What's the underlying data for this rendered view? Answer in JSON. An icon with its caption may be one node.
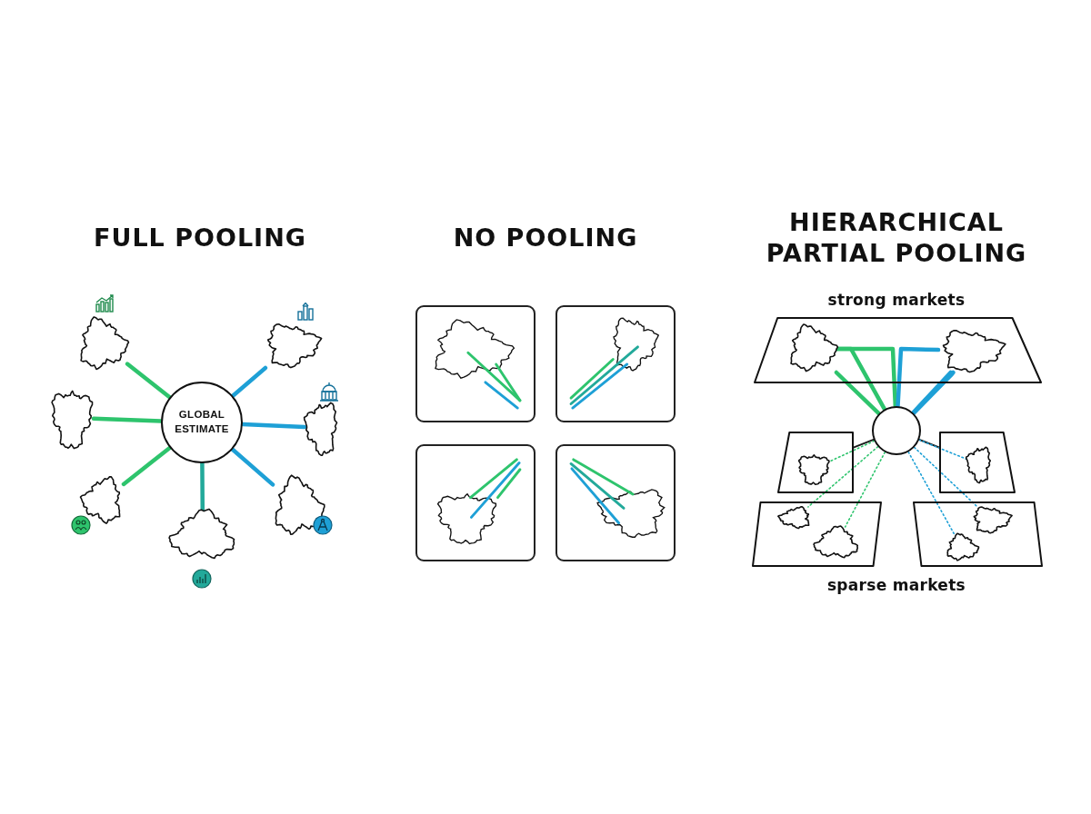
{
  "diagram": {
    "nodes": [
      {
        "text": [
          "GLOBAL ESTIMATE"
        ]
      },
      {
        "text": [],
        "shape": "picture"
      },
      {
        "text": [],
        "shape": "picture"
      },
      {
        "text": [],
        "shape": "picture"
      },
      {
        "text": [],
        "shape": "picture"
      },
      {
        "text": [],
        "shape": "picture"
      },
      {
        "text": [],
        "shape": "picture"
      },
      {
        "text": [],
        "shape": "picture"
      },
      {
        "text": [],
        "shape": "box"
      },
      {
        "text": [],
        "shape": "box"
      },
      {
        "text": [],
        "shape": "box"
      },
      {
        "text": [],
        "shape": "box"
      },
      {
        "text": [],
        "shape": "box"
      },
      {
        "text": [],
        "shape": "picture",
        "in": 12
      },
      {
        "text": [],
        "shape": "picture",
        "in": 12
      },
      {
        "text": [],
        "shape": "circle"
      },
      {
        "text": [],
        "shape": "box"
      },
      {
        "text": [],
        "shape": "picture",
        "in": 16
      },
      {
        "text": [],
        "shape": "box"
      },
      {
        "text": [],
        "shape": "picture",
        "in": 18
      },
      {
        "text": [],
        "shape": "box"
      },
      {
        "text": [],
        "shape": "picture",
        "in": 20
      },
      {
        "text": [],
        "shape": "picture",
        "in": 20
      },
      {
        "text": [],
        "shape": "box"
      },
      {
        "text": [],
        "shape": "picture",
        "in": 23
      },
      {
        "text": [],
        "shape": "picture",
        "in": 23
      }
    ],
    "edges": [
      {
        "from": 1,
        "to": 0,
        "arrow": "none",
        "color": "#2ec46d"
      },
      {
        "from": 2,
        "to": 0,
        "arrow": "none",
        "color": "#1ea0d6"
      },
      {
        "from": 3,
        "to": 0,
        "arrow": "none",
        "color": "#2ec46d"
      },
      {
        "from": 4,
        "to": 0,
        "arrow": "none",
        "color": "#1ea0d6"
      },
      {
        "from": 5,
        "to": 0,
        "arrow": "none",
        "color": "#2ec46d"
      },
      {
        "from": 6,
        "to": 0,
        "arrow": "none",
        "color": "#22a99a"
      },
      {
        "from": 7,
        "to": 0,
        "arrow": "none",
        "color": "#1ea0d6"
      },
      {
        "from": 13,
        "to": 15,
        "arrow": "none",
        "color": "#2ec46d"
      },
      {
        "from": 13,
        "to": 15,
        "arrow": "none",
        "color": "#2ec46d"
      },
      {
        "from": 13,
        "to": 15,
        "arrow": "none",
        "color": "#2ec46d"
      },
      {
        "from": 14,
        "to": 15,
        "arrow": "none",
        "color": "#1ea0d6"
      },
      {
        "from": 14,
        "to": 15,
        "arrow": "none",
        "color": "#1ea0d6"
      },
      {
        "from": 14,
        "to": 15,
        "arrow": "none",
        "color": "#1ea0d6"
      },
      {
        "from": 15,
        "to": 16,
        "arrow": "none",
        "color": "#1b1b1b"
      },
      {
        "from": 15,
        "to": 18,
        "arrow": "none",
        "color": "#1b1b1b"
      },
      {
        "from": 15,
        "to": 17,
        "arrow": "none",
        "style": "dashed",
        "color": "#2ec46d"
      },
      {
        "from": 15,
        "to": 21,
        "arrow": "none",
        "style": "dashed",
        "color": "#2ec46d"
      },
      {
        "from": 15,
        "to": 22,
        "arrow": "none",
        "style": "dashed",
        "color": "#2ec46d"
      },
      {
        "from": 15,
        "to": 19,
        "arrow": "none",
        "style": "dashed",
        "color": "#1ea0d6"
      },
      {
        "from": 15,
        "to": 24,
        "arrow": "none",
        "style": "dashed",
        "color": "#1ea0d6"
      },
      {
        "from": 15,
        "to": 25,
        "arrow": "none",
        "style": "dashed",
        "color": "#1ea0d6"
      }
    ],
    "labels": [
      "FULL POOLING",
      "NO POOLING",
      "HIERARCHICAL PARTIAL POOLING",
      "strong markets",
      "sparse markets"
    ]
  }
}
